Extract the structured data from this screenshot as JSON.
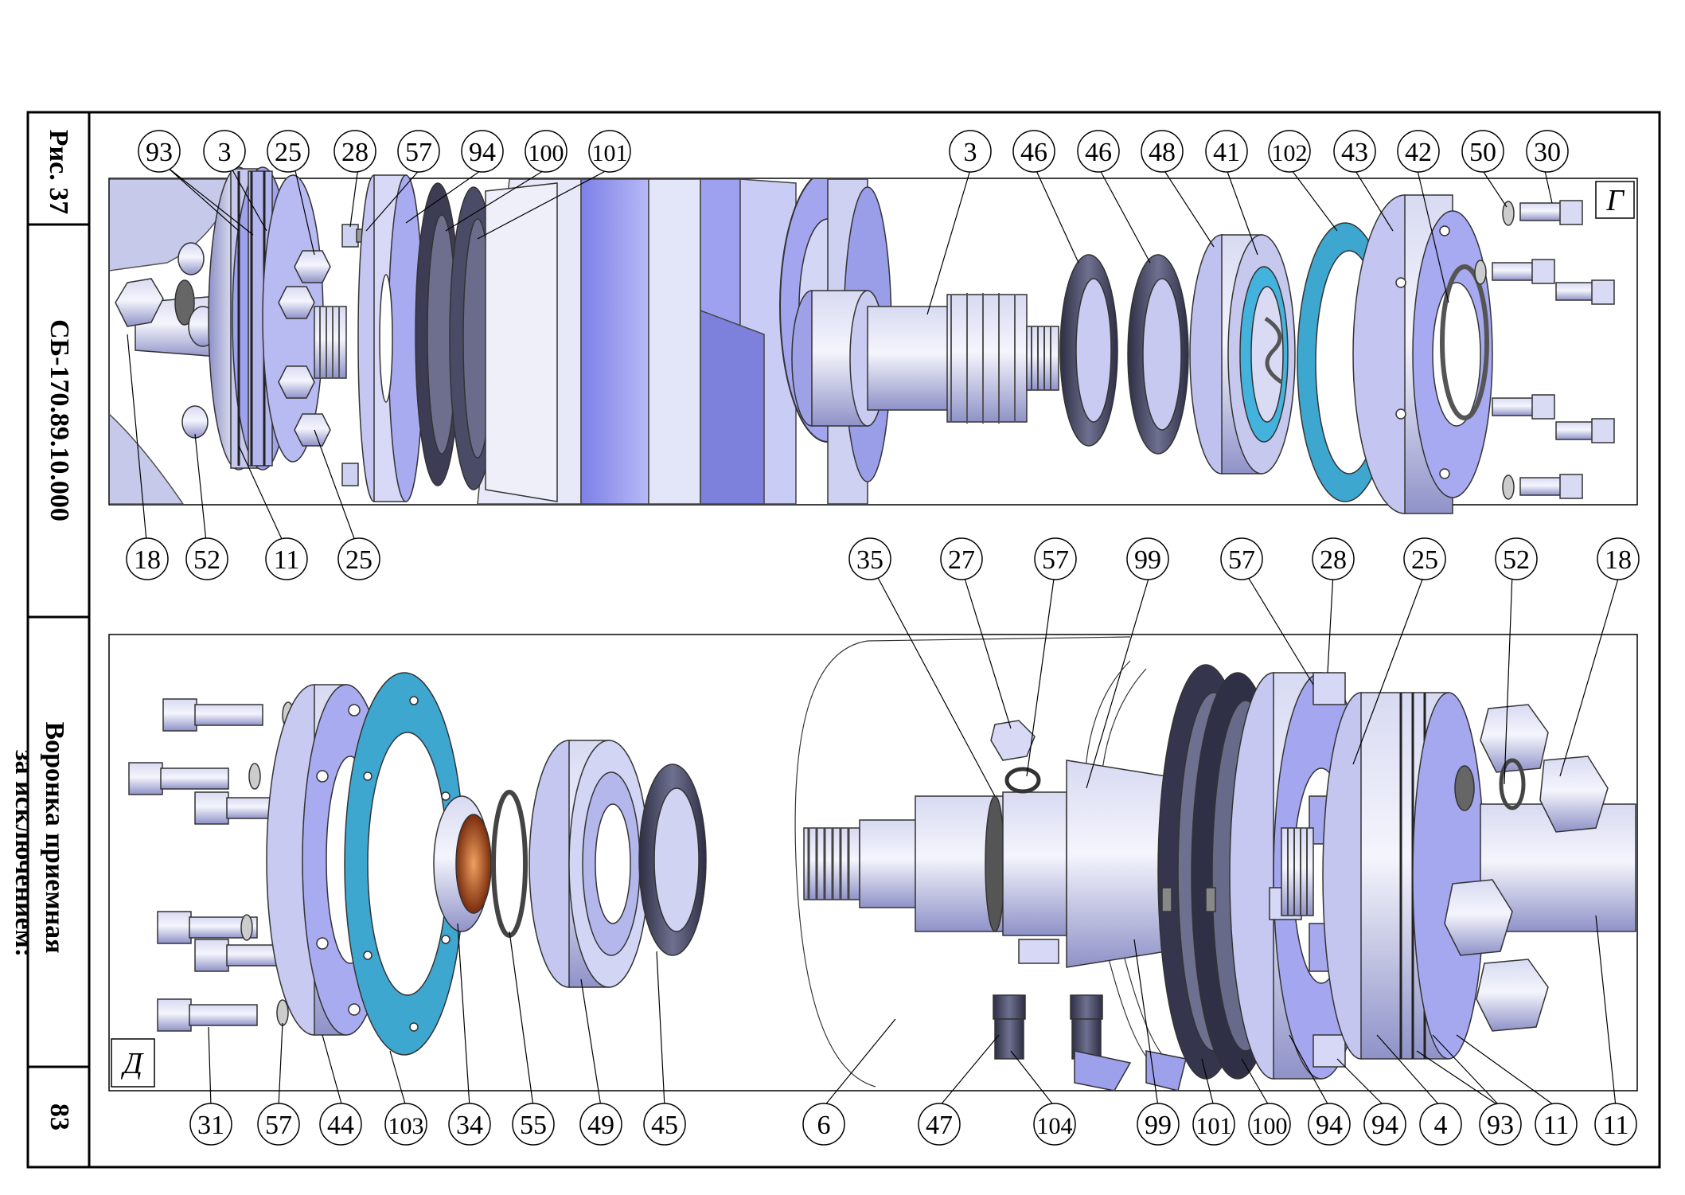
{
  "sidebar": {
    "figure_label": "Рис. 37",
    "drawing_code": "СБ-170.89.10.000",
    "caption_line1": "Воронка приемная",
    "caption_line2": "за исключением:",
    "page_number": "83"
  },
  "view_top": {
    "view_letter": "Г",
    "callouts_top": [
      "93",
      "3",
      "25",
      "28",
      "57",
      "94",
      "100",
      "101",
      "3",
      "46",
      "46",
      "48",
      "41",
      "102",
      "43",
      "42",
      "50",
      "30"
    ],
    "callouts_bottom": [
      "18",
      "52",
      "11",
      "25"
    ]
  },
  "view_bottom": {
    "view_letter": "Д",
    "callouts_top": [
      "35",
      "27",
      "57",
      "99",
      "57",
      "28",
      "25",
      "52",
      "18"
    ],
    "callouts_bottom": [
      "31",
      "57",
      "44",
      "103",
      "34",
      "55",
      "49",
      "45",
      "6",
      "47",
      "104",
      "99",
      "101",
      "100",
      "94",
      "94",
      "4",
      "93",
      "11",
      "11"
    ]
  },
  "colors": {
    "frame": "#000000",
    "metal_light": "#e6e8f5",
    "metal_mid": "#b9bdd8",
    "metal_blue": "#9b9ef0",
    "metal_dark": "#5a5c78",
    "gasket_cyan": "#3ea7d0",
    "rubber_dark": "#3c3c52",
    "bronze": "#c8602a"
  }
}
